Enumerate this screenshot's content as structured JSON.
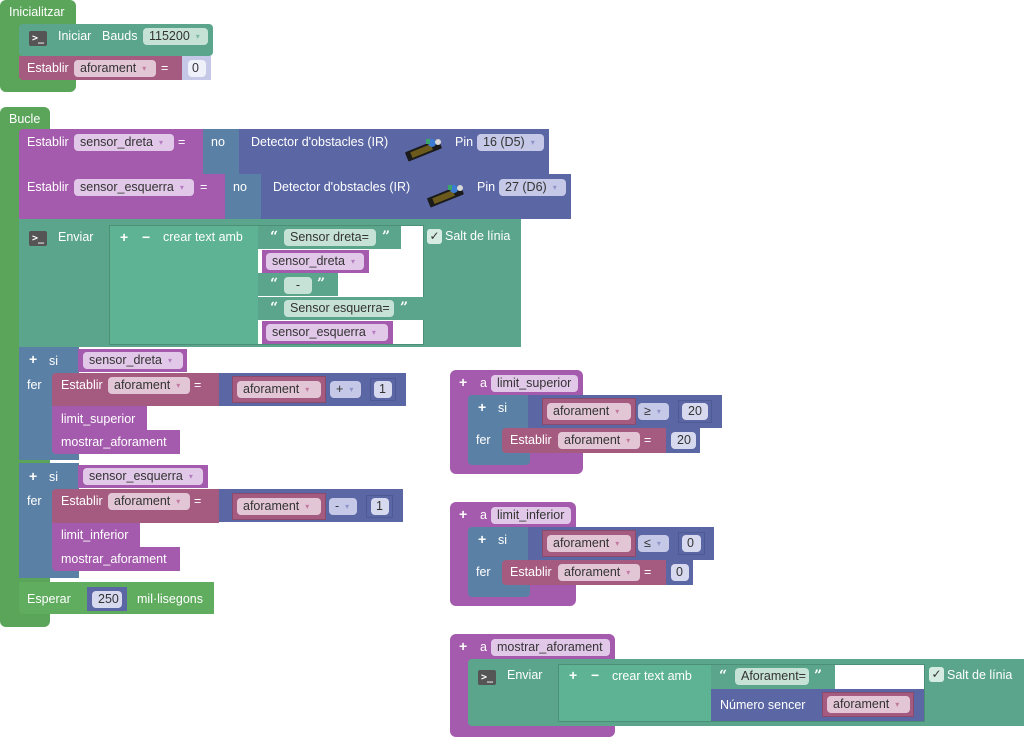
{
  "init": {
    "hat_label": "Inicialitzar",
    "serial_begin": {
      "label": "Iniciar",
      "bauds_label": "Bauds",
      "bauds_value": "115200",
      "icon": "terminal-icon"
    },
    "set_var": {
      "label": "Establir",
      "var": "aforament",
      "eq": "=",
      "value": "0"
    }
  },
  "loop": {
    "hat_label": "Bucle",
    "set_right": {
      "label": "Establir",
      "var": "sensor_dreta",
      "eq": "=",
      "not": "no",
      "sensor": "Detector d'obstacles (IR)",
      "pin_label": "Pin",
      "pin": "16 (D5)",
      "image": "ir-sensor-image"
    },
    "set_left": {
      "label": "Establir",
      "var": "sensor_esquerra",
      "eq": "=",
      "not": "no",
      "sensor": "Detector d'obstacles (IR)",
      "pin_label": "Pin",
      "pin": "27 (D6)",
      "image": "ir-sensor-image"
    },
    "send": {
      "label": "Enviar",
      "icon": "terminal-icon",
      "plus": "+",
      "minus": "−",
      "create_text": "crear text amb",
      "items": [
        {
          "type": "text",
          "value": "Sensor dreta="
        },
        {
          "type": "var",
          "value": "sensor_dreta"
        },
        {
          "type": "text",
          "value": "-"
        },
        {
          "type": "text",
          "value": "Sensor esquerra="
        },
        {
          "type": "var",
          "value": "sensor_esquerra"
        }
      ],
      "newline_checked": true,
      "newline_label": "Salt de línia",
      "check_glyph": "✓"
    },
    "if_right": {
      "plus": "+",
      "if_label": "si",
      "cond_var": "sensor_dreta",
      "do_label": "fer",
      "set": {
        "label": "Establir",
        "var": "aforament",
        "eq": "=",
        "operand_var": "aforament",
        "op": "+",
        "value": "1"
      },
      "calls": [
        "limit_superior",
        "mostrar_aforament"
      ]
    },
    "if_left": {
      "plus": "+",
      "if_label": "si",
      "cond_var": "sensor_esquerra",
      "do_label": "fer",
      "set": {
        "label": "Establir",
        "var": "aforament",
        "eq": "=",
        "operand_var": "aforament",
        "op": "-",
        "value": "1"
      },
      "calls": [
        "limit_inferior",
        "mostrar_aforament"
      ]
    },
    "wait": {
      "label": "Esperar",
      "value": "250",
      "unit": "mil·lisegons"
    }
  },
  "functions": [
    {
      "plus": "+",
      "to_label": "a",
      "name": "limit_superior",
      "if_plus": "+",
      "if_label": "si",
      "cond_var": "aforament",
      "cmp": "≥",
      "cmp_value": "20",
      "do_label": "fer",
      "set_label": "Establir",
      "set_var": "aforament",
      "eq": "=",
      "set_value": "20"
    },
    {
      "plus": "+",
      "to_label": "a",
      "name": "limit_inferior",
      "if_plus": "+",
      "if_label": "si",
      "cond_var": "aforament",
      "cmp": "≤",
      "cmp_value": "0",
      "do_label": "fer",
      "set_label": "Establir",
      "set_var": "aforament",
      "eq": "=",
      "set_value": "0"
    },
    {
      "plus": "+",
      "to_label": "a",
      "name": "mostrar_aforament",
      "send_label": "Enviar",
      "create_plus": "+",
      "create_minus": "−",
      "create_text": "crear text amb",
      "text_value": "Aforament=",
      "int_label": "Número sencer",
      "int_var": "aforament",
      "newline_checked": true,
      "newline_label": "Salt de línia",
      "check_glyph": "✓"
    }
  ],
  "glyphs": {
    "terminal": ">_",
    "dropdown": "▾",
    "open_quote": "“",
    "close_quote": "”"
  }
}
